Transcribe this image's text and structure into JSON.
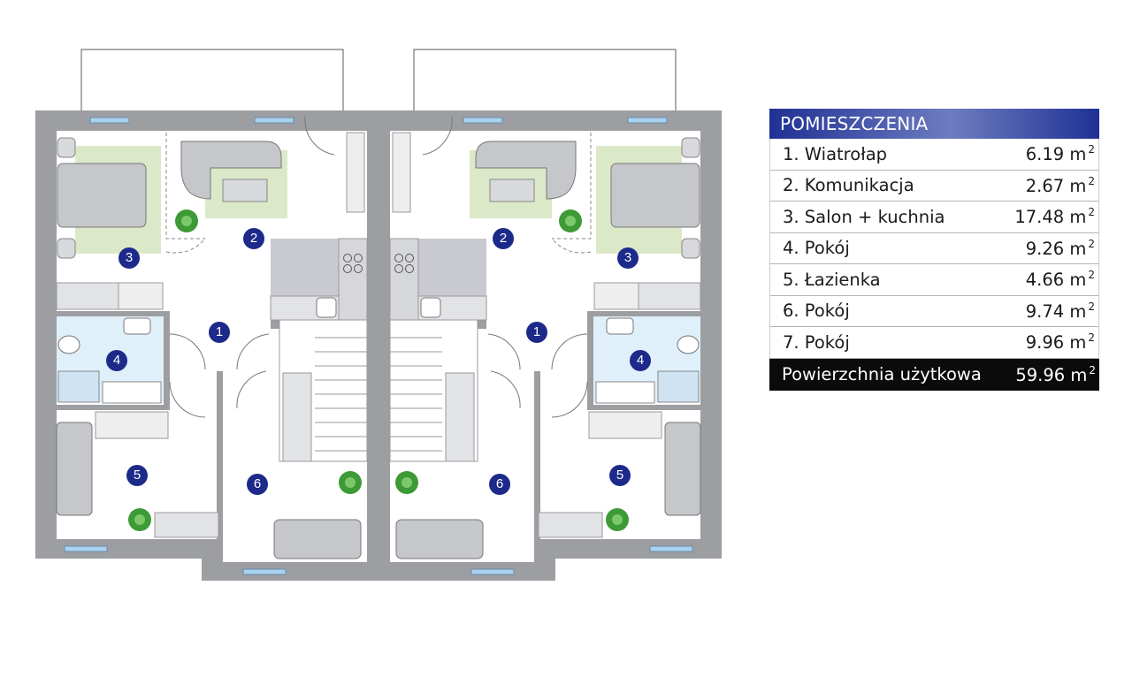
{
  "plan": {
    "units": [
      "left",
      "right"
    ],
    "room_markers": [
      "1",
      "2",
      "3",
      "4",
      "5",
      "6"
    ]
  },
  "legend": {
    "title": "POMIESZCZENIA",
    "unit": "m",
    "unit_exp": "2",
    "rooms": [
      {
        "label": "1. Wiatrołap",
        "area": "6.19"
      },
      {
        "label": "2. Komunikacja",
        "area": "2.67"
      },
      {
        "label": "3. Salon + kuchnia",
        "area": "17.48"
      },
      {
        "label": "4. Pokój",
        "area": "9.26"
      },
      {
        "label": "5. Łazienka",
        "area": "4.66"
      },
      {
        "label": "6. Pokój",
        "area": "9.74"
      },
      {
        "label": "7. Pokój",
        "area": "9.96"
      }
    ],
    "total": {
      "label": "Powierzchnia użytkowa",
      "area": "59.96"
    }
  },
  "colors": {
    "wall": "#9c9ea2",
    "rug": "#dbe9c8",
    "bath": "#e0f0fa",
    "marker": "#1d2a8a",
    "window": "#a9d2ee",
    "plant": "#3d9a36"
  }
}
